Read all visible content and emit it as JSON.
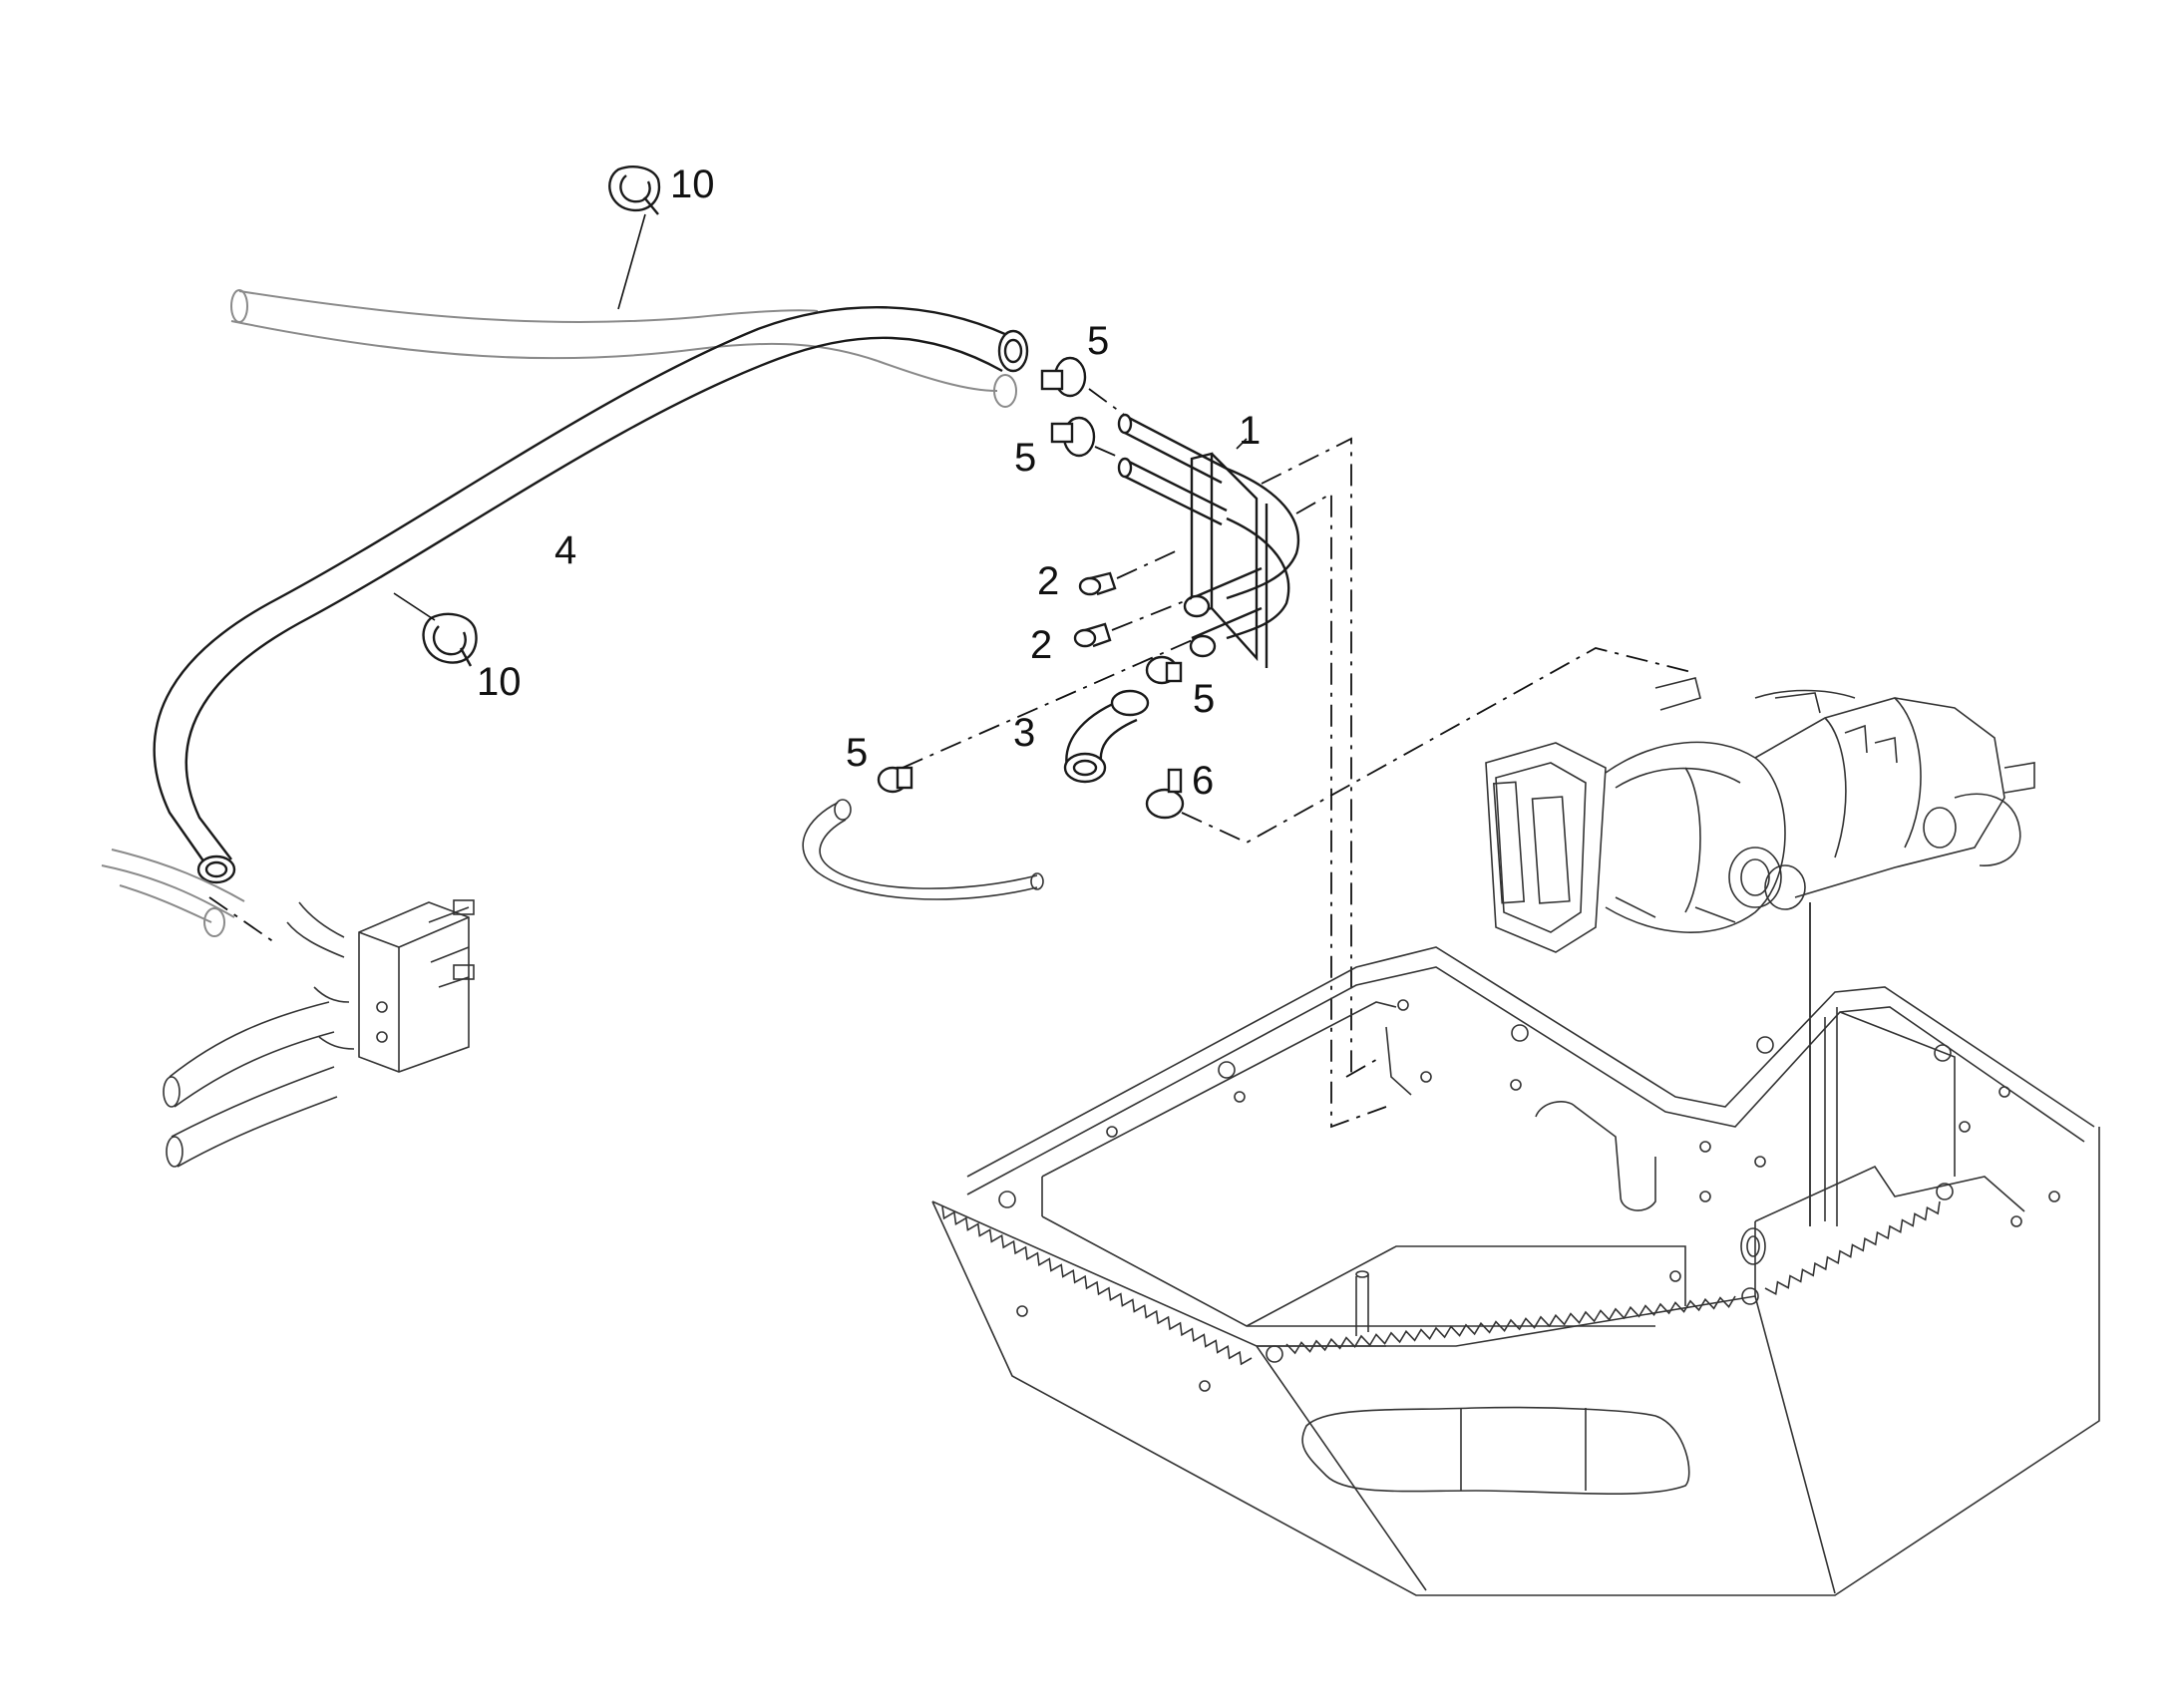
{
  "callouts": [
    {
      "id": "c10a",
      "label": "10"
    },
    {
      "id": "c10b",
      "label": "10"
    },
    {
      "id": "c4",
      "label": "4"
    },
    {
      "id": "c1",
      "label": "1"
    },
    {
      "id": "c5a",
      "label": "5"
    },
    {
      "id": "c5b",
      "label": "5"
    },
    {
      "id": "c5c",
      "label": "5"
    },
    {
      "id": "c5d",
      "label": "5"
    },
    {
      "id": "c2a",
      "label": "2"
    },
    {
      "id": "c2b",
      "label": "2"
    },
    {
      "id": "c3",
      "label": "3"
    },
    {
      "id": "c6",
      "label": "6"
    }
  ]
}
